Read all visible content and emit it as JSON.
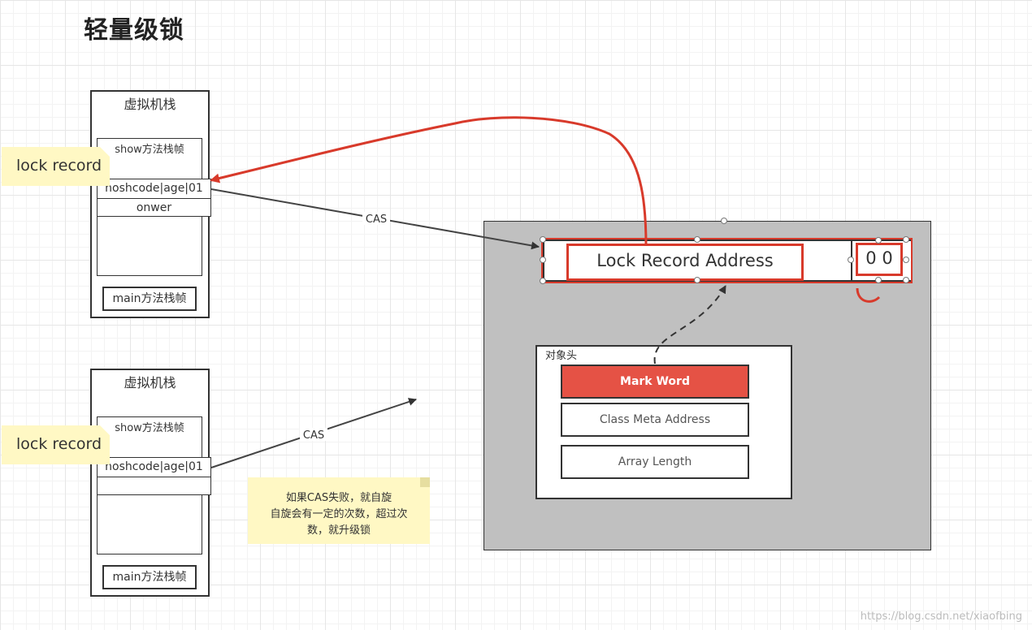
{
  "title": "轻量级锁",
  "stacks": [
    {
      "label": "虚拟机栈",
      "frame_label": "show方法栈帧",
      "slot1": "hoshcode|age|01",
      "slot2": "onwer",
      "main_frame": "main方法栈帧",
      "note": "lock record"
    },
    {
      "label": "虚拟机栈",
      "frame_label": "show方法栈帧",
      "slot1": "hoshcode|age|01",
      "slot2": "",
      "main_frame": "main方法栈帧",
      "note": "lock record"
    }
  ],
  "edges": {
    "cas_top": "CAS",
    "cas_bottom": "CAS"
  },
  "heap": {
    "lock_record_address": "Lock Record Address",
    "lock_bits": "0 0",
    "object_header": {
      "label": "对象头",
      "fields": [
        "Mark Word",
        "Class Meta Address",
        "Array Length"
      ]
    }
  },
  "cas_fail_note": {
    "line1": "如果CAS失败，就自旋",
    "line2": "自旋会有一定的次数，超过次",
    "line3": "数，就升级锁"
  },
  "watermark": "https://blog.csdn.net/xiaofbing",
  "colors": {
    "accent_red": "#d83a2b",
    "mark_word_fill": "#e55245",
    "note_yellow": "#fff8c4",
    "heap_gray": "#c0c0c0"
  }
}
